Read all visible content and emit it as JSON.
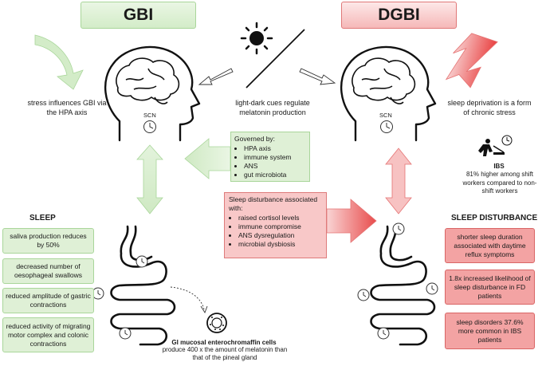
{
  "left_title": "GBI",
  "right_title": "DGBI",
  "left_note": "stress influences GBI via the HPA axis",
  "center_note": "light-dark cues regulate melatonin production",
  "right_note": "sleep deprivation is a form of chronic stress",
  "scn_label": "SCN",
  "governed": {
    "title": "Governed by:",
    "items": [
      "HPA axis",
      "immune system",
      "ANS",
      "gut microbiota"
    ]
  },
  "disturbance": {
    "title": "Sleep disturbance associated with:",
    "items": [
      "raised cortisol levels",
      "immune compromise",
      "ANS dysregulation",
      "microbial dysbiosis"
    ]
  },
  "ibs": {
    "title": "IBS",
    "text": "81% higher among shift workers compared to non-shift workers"
  },
  "sleep": {
    "heading": "SLEEP",
    "items": [
      "saliva production reduces by 50%",
      "decreased number of oesophageal swallows",
      "reduced amplitude of gastric contractions",
      "reduced activity of migrating motor complex and colonic contractions"
    ]
  },
  "sleep_disturbance": {
    "heading": "SLEEP DISTURBANCE",
    "items": [
      "shorter sleep duration associated with daytime reflux symptoms",
      "1.8x increased likelihood of sleep disturbance in FD patients",
      "sleep disorders 37.6% more common in IBS patients"
    ]
  },
  "enterochromaffin": {
    "title": "GI mucosal enterochromaffin cells",
    "text": "produce 400 x the amount of melatonin than that of the pineal gland"
  },
  "icons": [
    "sun-icon",
    "moon-icon",
    "brain-icon",
    "clock-icon",
    "lightning-icon",
    "shift-worker-icon",
    "gut-icon",
    "cell-icon"
  ],
  "colors": {
    "green": "#d3ecc8",
    "green_border": "#a9d69a",
    "red": "#f3a3a3",
    "red_border": "#d96565"
  }
}
